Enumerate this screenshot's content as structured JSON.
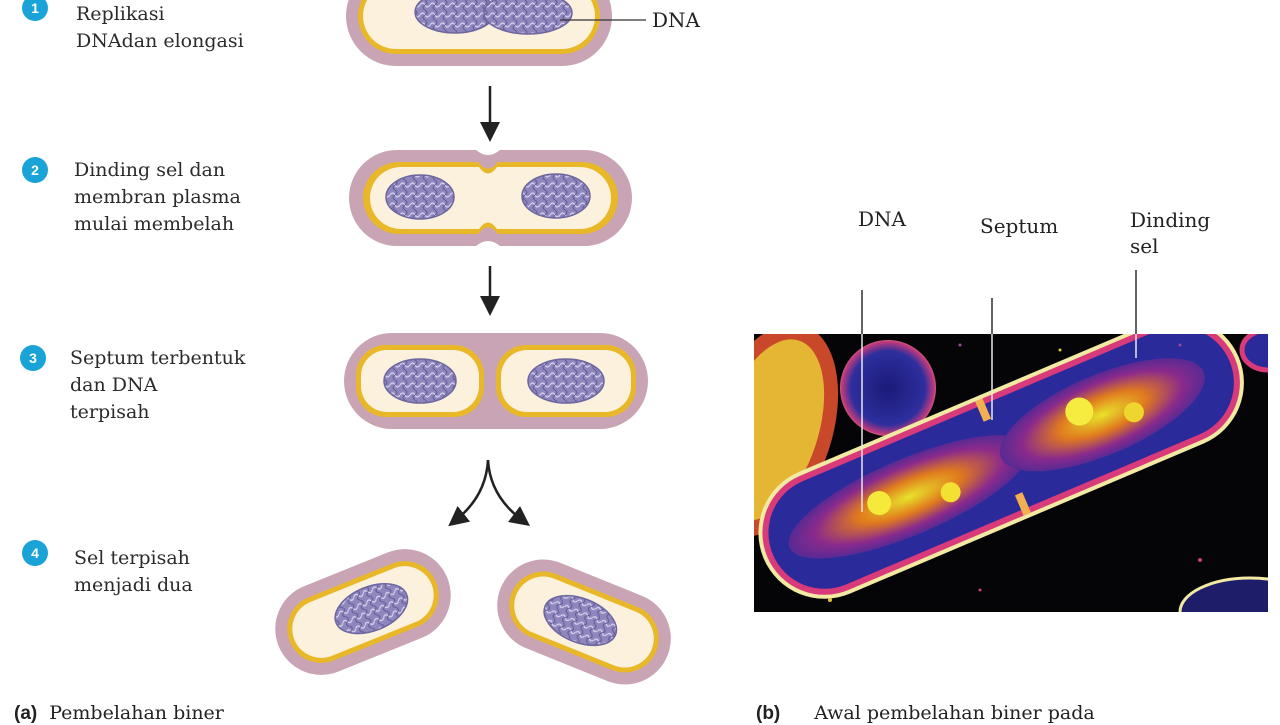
{
  "steps": [
    {
      "number": "1",
      "text": "Replikasi\nDNAdan elongasi"
    },
    {
      "number": "2",
      "text": "Dinding sel dan\nmembran plasma\nmulai membelah"
    },
    {
      "number": "3",
      "text": "Septum terbentuk\ndan DNA\nterpisah"
    },
    {
      "number": "4",
      "text": "Sel terpisah\nmenjadi dua"
    }
  ],
  "labels": {
    "dna_step1": "DNA",
    "micrograph_dna": "DNA",
    "micrograph_septum": "Septum",
    "micrograph_wall": "Dinding\nsel"
  },
  "captions": {
    "a_marker": "(a)",
    "a_text": "Pembelahan biner",
    "b_marker": "(b)",
    "b_text": "Awal pembelahan biner pada"
  },
  "colors": {
    "badge": "#1aa3d6",
    "cell_wall": "#c9a4b4",
    "membrane": "#e8b829",
    "cytoplasm": "#fbf1dc",
    "dna": "#8e86bd",
    "micrograph_bg": "#050508"
  }
}
